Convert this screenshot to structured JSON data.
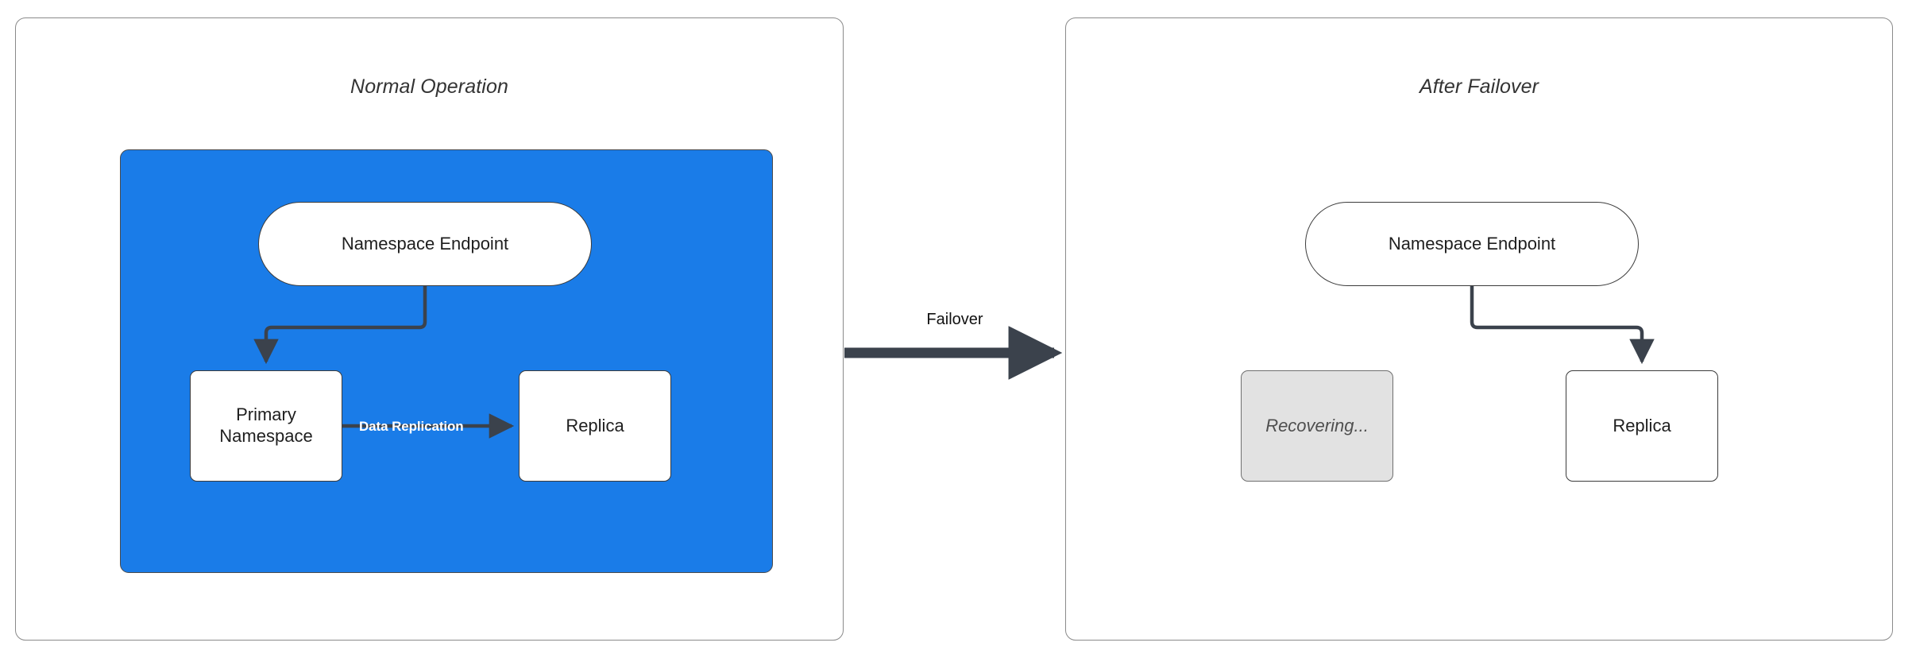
{
  "diagram": {
    "title_hidden": "",
    "colors": {
      "blue_region": "#1a7ce8",
      "node_fill": "#ffffff",
      "recovering_fill": "#e2e2e2",
      "connector": "#3b424c",
      "panel_border": "#8a8a8a",
      "label_white": "#ffffff",
      "title_text": "#333333"
    }
  },
  "panels": [
    {
      "id": "normal-operation",
      "title": "Normal Operation",
      "nodes": [
        {
          "id": "endpoint",
          "label": "Namespace Endpoint",
          "shape": "stadium",
          "state": "active"
        },
        {
          "id": "primary",
          "label": "Primary\nNamespace",
          "line1": "Primary",
          "line2": "Namespace",
          "shape": "rect",
          "state": "active"
        },
        {
          "id": "replica",
          "label": "Replica",
          "shape": "rect",
          "state": "active"
        }
      ],
      "edges": [
        {
          "from": "endpoint",
          "to": "primary",
          "label": "",
          "style": "elbow"
        },
        {
          "from": "primary",
          "to": "replica",
          "label": "Data Replication",
          "style": "straight"
        }
      ]
    },
    {
      "id": "after-failover",
      "title": "After Failover",
      "nodes": [
        {
          "id": "endpoint2",
          "label": "Namespace Endpoint",
          "shape": "stadium",
          "state": "active"
        },
        {
          "id": "recovering",
          "label": "Recovering...",
          "shape": "rect",
          "state": "recovering"
        },
        {
          "id": "replica2",
          "label": "Replica",
          "shape": "rect",
          "state": "active"
        }
      ],
      "edges": [
        {
          "from": "endpoint2",
          "to": "replica2",
          "label": "",
          "style": "elbow"
        }
      ]
    }
  ],
  "transition": {
    "label": "Failover",
    "direction": "left-to-right"
  }
}
